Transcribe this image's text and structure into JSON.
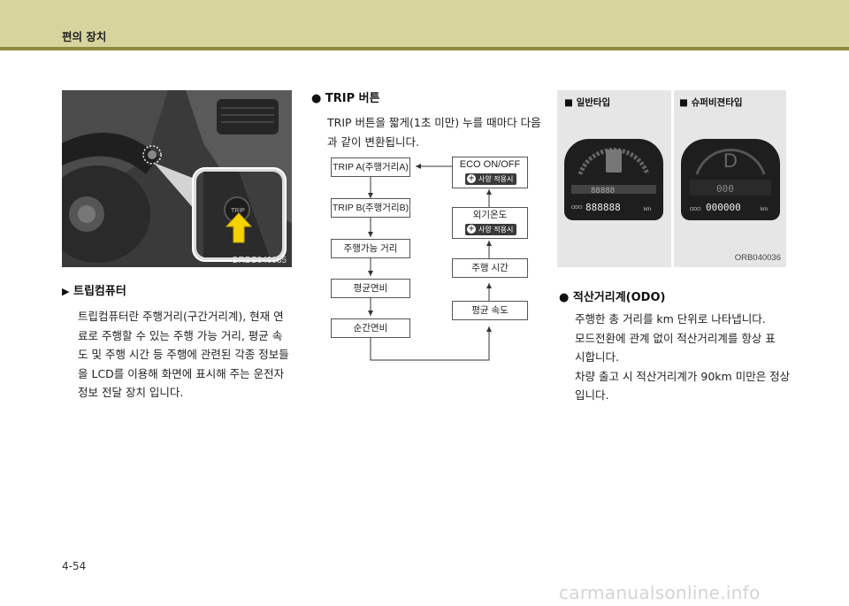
{
  "header": {
    "title": "편의 장치"
  },
  "photo": {
    "code": "ORBC040035",
    "button_text": "TRIP"
  },
  "trip_computer": {
    "heading": "트립컴퓨터",
    "lines": [
      "트립컴퓨터란 주행거리(구간거리계), 현재 연",
      "료로 주행할 수 있는 주행 가능 거리, 평균 속",
      "도 및 주행 시간 등 주행에 관련된 각종 정보들",
      "을 LCD를 이용해 화면에 표시해 주는 운전자",
      "정보 전달 장치 입니다."
    ]
  },
  "trip_button": {
    "heading": "TRIP 버튼",
    "lines": [
      "TRIP 버튼을 짧게(1초 미만) 누를 때마다 다음",
      "과 같이 변환됩니다."
    ]
  },
  "flow": {
    "left": [
      "TRIP A(주행거리A)",
      "TRIP B(주행거리B)",
      "주행가능 거리",
      "평균연비",
      "순간연비"
    ],
    "right": [
      "ECO ON/OFF",
      "외기온도",
      "주행 시간",
      "평균 속도"
    ],
    "option_label": "사양 적용시",
    "option_symbol": "+"
  },
  "clusters": {
    "left_label": "■  일반타입",
    "right_label": "■  슈퍼비젼타입",
    "left_odo": "888888",
    "left_trip": "88888",
    "right_odo": "000000",
    "right_trip": "000",
    "right_gear": "D",
    "unit": "km",
    "odo_tag": "ODO",
    "code": "ORB040036"
  },
  "odometer": {
    "heading": "적산거리계(ODO)",
    "lines": [
      "주행한 총 거리를 km 단위로 나타냅니다.",
      "모드전환에 관계 없이 적산거리계를 항상 표",
      "시합니다.",
      "차량 출고 시 적산거리계가 90km 미만은 정상",
      "입니다."
    ]
  },
  "footer": {
    "page": "4-54",
    "watermark": "carmanualsonline.info"
  },
  "colors": {
    "header_bg": "#d7d49e",
    "header_line": "#8c8a3c",
    "arrow": "#f5d300"
  }
}
